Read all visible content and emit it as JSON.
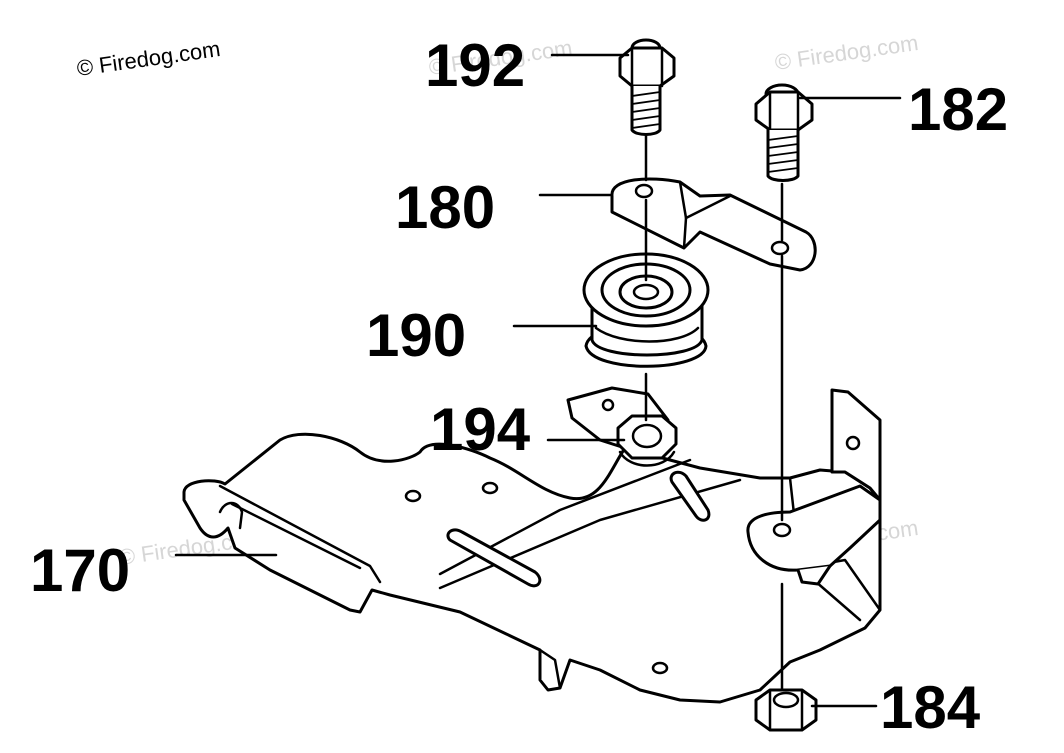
{
  "watermark": {
    "primary": "© Firedog.com",
    "faint": "© Firedog.com"
  },
  "callouts": {
    "c192": "192",
    "c182": "182",
    "c180": "180",
    "c190": "190",
    "c194": "194",
    "c170": "170",
    "c184": "184"
  },
  "colors": {
    "ink": "#000000",
    "paper": "#ffffff",
    "watermark_faint": "#d6d6d6"
  }
}
